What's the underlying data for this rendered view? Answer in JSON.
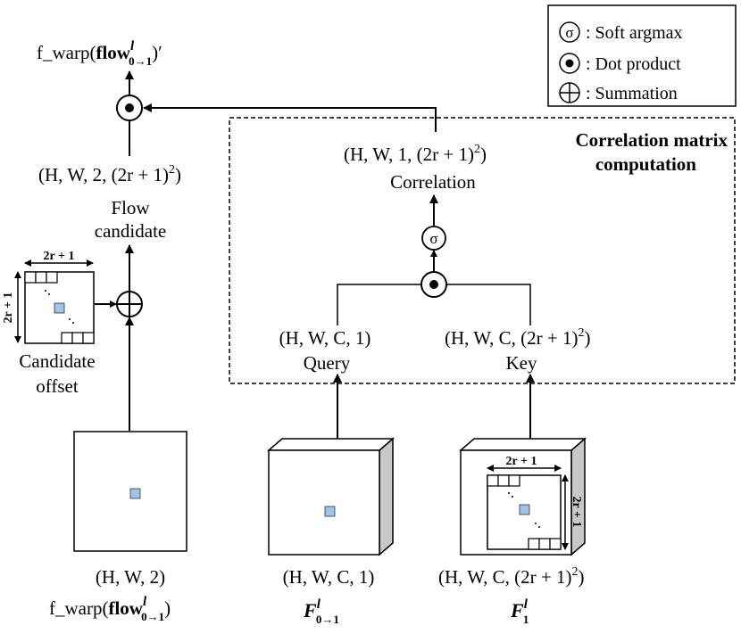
{
  "legend": {
    "items": [
      {
        "symbol": "σ",
        "label": ": Soft argmax"
      },
      {
        "symbol": "dot",
        "label": ": Dot product"
      },
      {
        "symbol": "plus",
        "label": ": Summation"
      }
    ]
  },
  "output": {
    "prefix": "f_warp(",
    "main": "flow",
    "sup": "l",
    "sub": "0→1",
    "suffix": ")′"
  },
  "flow_candidate": {
    "shape": "(H, W, 2, (2r + 1)",
    "shape_sup": "2",
    "shape_close": ")",
    "label_line1": "Flow",
    "label_line2": "candidate"
  },
  "candidate_offset": {
    "dim_top": "2r + 1",
    "dim_side": "2r + 1",
    "label_line1": "Candidate",
    "label_line2": "offset"
  },
  "flow_input": {
    "shape": "(H, W, 2)",
    "prefix": "f_warp(",
    "main": "flow",
    "sup": "l",
    "sub": "0→1",
    "suffix": ")"
  },
  "correlation_box": {
    "title_line1": "Correlation matrix",
    "title_line2": "computation",
    "corr_shape": "(H, W, 1, (2r + 1)",
    "corr_shape_sup": "2",
    "corr_shape_close": ")",
    "corr_label": "Correlation",
    "softmax_symbol": "σ",
    "query_shape": "(H, W, C, 1)",
    "query_label": "Query",
    "key_shape": "(H, W, C, (2r + 1)",
    "key_shape_sup": "2",
    "key_shape_close": ")",
    "key_label": "Key"
  },
  "feature_f0": {
    "shape": "(H, W, C, 1)",
    "main": "F",
    "sup": "l",
    "sub": "0→1"
  },
  "feature_f1": {
    "shape": "(H, W, C, (2r + 1)",
    "shape_sup": "2",
    "shape_close": ")",
    "main": "F",
    "sup": "l",
    "sub": "1",
    "dim_top": "2r + 1",
    "dim_side": "2r + 1"
  },
  "colors": {
    "cell_fill": "#9dc3e6",
    "box_side": "#c8c8c8"
  }
}
